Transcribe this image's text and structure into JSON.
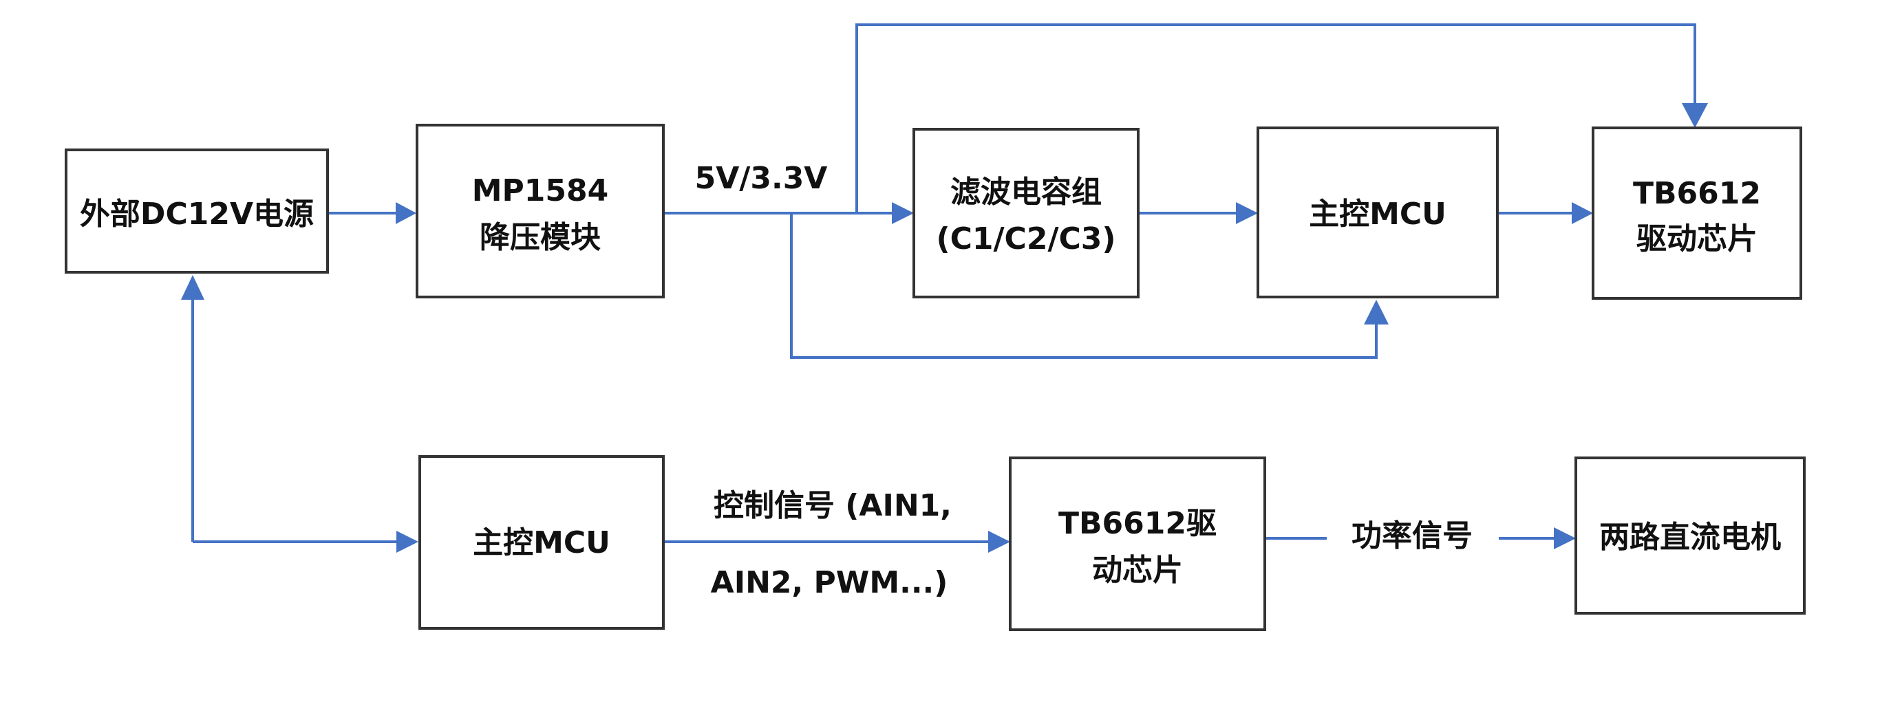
{
  "nodes": {
    "dc_power": {
      "lines": [
        "外部DC12V电源"
      ]
    },
    "mp1584": {
      "lines": [
        "MP1584",
        "降压模块"
      ]
    },
    "filter_caps": {
      "lines": [
        "滤波电容组",
        "(C1/C2/C3)"
      ]
    },
    "mcu_top": {
      "lines": [
        "主控MCU"
      ]
    },
    "tb6612_top": {
      "lines": [
        "TB6612",
        "驱动芯片"
      ]
    },
    "mcu_bottom": {
      "lines": [
        "主控MCU"
      ]
    },
    "tb6612_bottom": {
      "lines": [
        "TB6612驱",
        "动芯片"
      ]
    },
    "motors": {
      "lines": [
        "两路直流电机"
      ]
    }
  },
  "edge_labels": {
    "voltage": "5V/3.3V",
    "control_1": "控制信号 (AIN1,",
    "control_2": "AIN2, PWM...)",
    "power": "功率信号"
  },
  "colors": {
    "wire": "#4472c4",
    "box_stroke": "#333333",
    "text": "#111111"
  }
}
